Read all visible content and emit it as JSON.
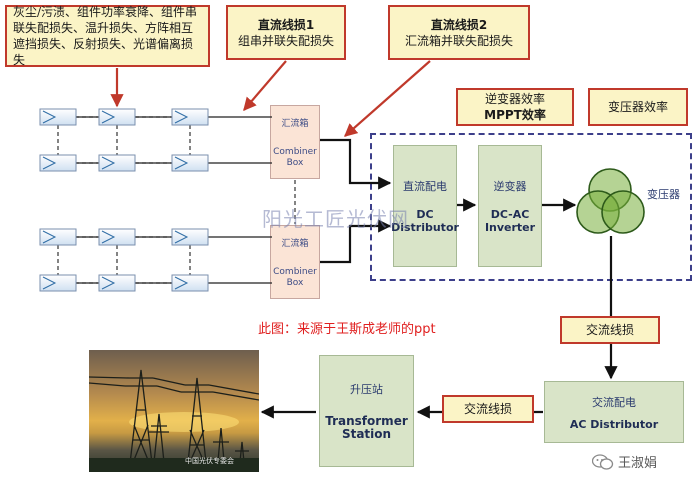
{
  "callouts": {
    "module_losses": "灰尘/污渍、组件功率衰降、组件串联失配损失、温升损失、方阵相互遮挡损失、反射损失、光谱偏离损失",
    "dc_loss1_title": "直流线损1",
    "dc_loss1_sub": "组串并联失配损失",
    "dc_loss2_title": "直流线损2",
    "dc_loss2_sub": "汇流箱并联失配损失",
    "inverter_eff_line1": "逆变器效率",
    "inverter_eff_line2": "MPPT效率",
    "transformer_eff": "变压器效率",
    "ac_loss1": "交流线损",
    "ac_loss2": "交流线损"
  },
  "blocks": {
    "combiner_cn": "汇流箱",
    "combiner_en_1": "Combiner",
    "combiner_en_2": "Box",
    "dc_distributor_cn": "直流配电",
    "dc_distributor_en_1": "DC",
    "dc_distributor_en_2": "Distributor",
    "inverter_cn": "逆变器",
    "inverter_en_1": "DC-AC",
    "inverter_en_2": "Inverter",
    "transformer_label": "变压器",
    "ac_distributor_cn": "交流配电",
    "ac_distributor_en": "AC Distributor",
    "station_cn": "升压站",
    "station_en_1": "Transformer",
    "station_en_2": "Station"
  },
  "watermark": "阳光工匠光伏网",
  "caption": "此图：来源于王斯成老师的ppt",
  "wechat_label": "王淑娟",
  "photo_label": "中国光伏专委会",
  "colors": {
    "callout_fill": "#fbf4c6",
    "callout_border": "#c0392b",
    "arrow_red": "#c0392b",
    "flow_arrow": "#111111",
    "combiner_fill": "#fbe4d6",
    "converter_fill": "#d9e4c8",
    "dashed_border": "#3c3f8a",
    "caption_red": "#e02020"
  }
}
